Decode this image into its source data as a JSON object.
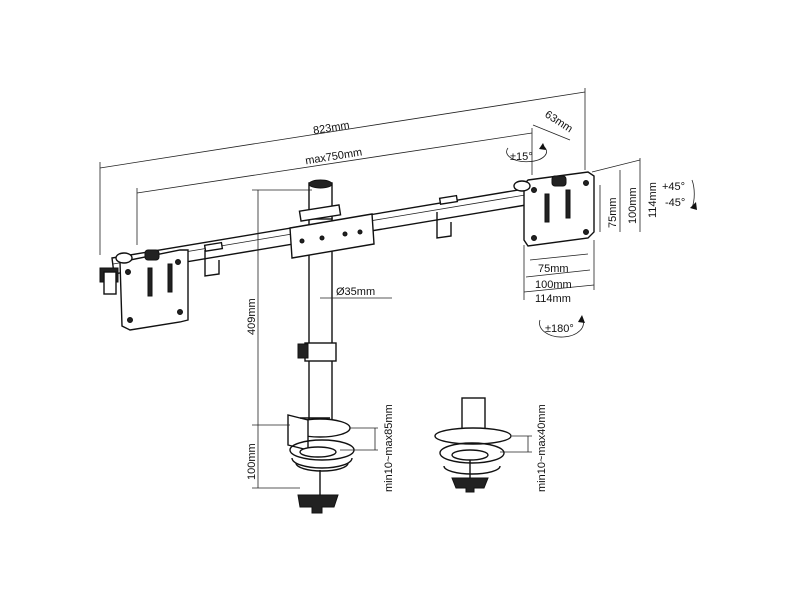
{
  "dimensions": {
    "total_width": "823mm",
    "max_span": "max750mm",
    "arm_depth": "63mm",
    "pole_height": "409mm",
    "pole_diameter": "Ø35mm",
    "clamp_height": "100mm",
    "clamp_range": "min10~max85mm",
    "grommet_range": "min10~max40mm",
    "vesa_75_h": "75mm",
    "vesa_100_h": "100mm",
    "vesa_114_h": "114mm",
    "vesa_75_w": "75mm",
    "vesa_100_w": "100mm",
    "vesa_114_w": "114mm"
  },
  "rotations": {
    "swivel": "±15°",
    "tilt_up": "+45°",
    "tilt_down": "-45°",
    "rotate": "±180°"
  }
}
